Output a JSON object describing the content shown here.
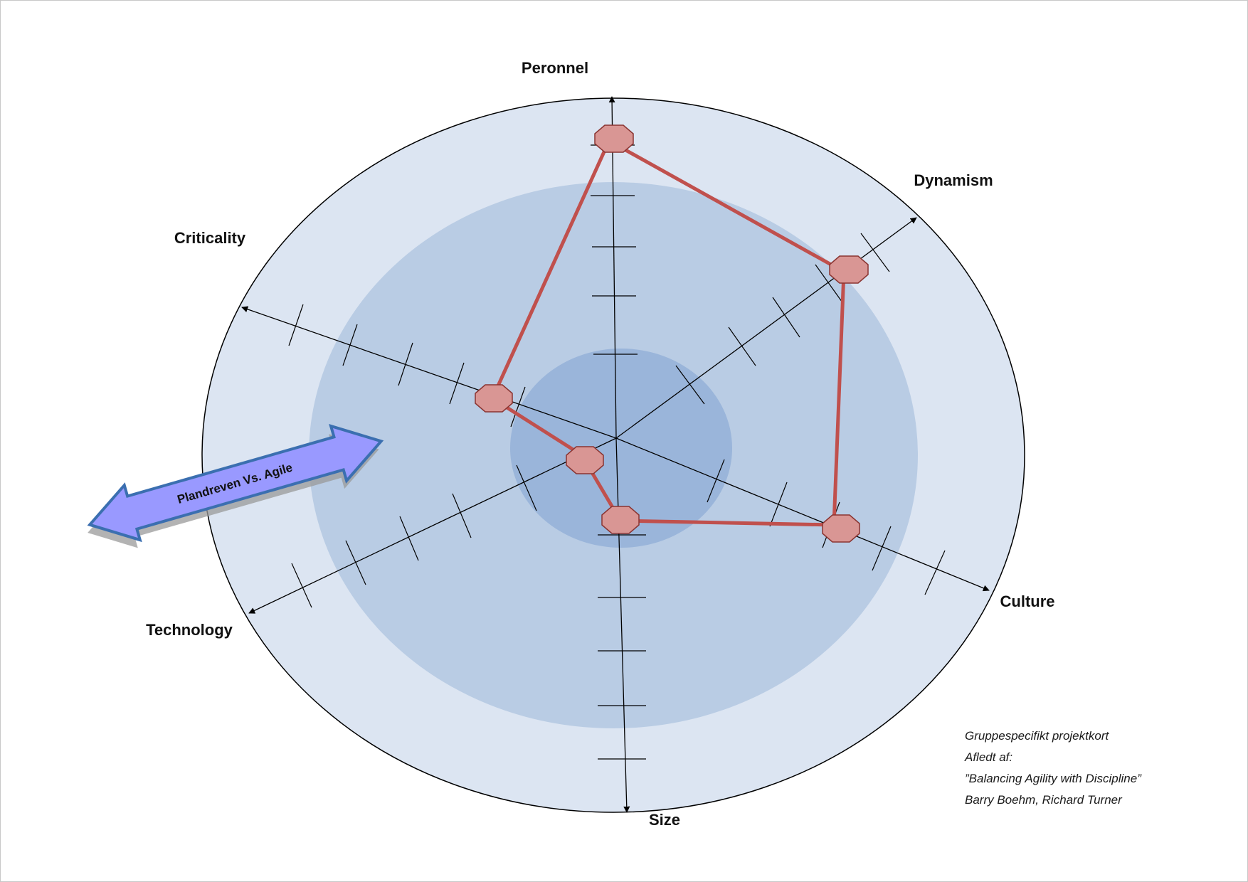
{
  "diagram": {
    "axes": {
      "personnel": "Peronnel",
      "dynamism": "Dynamism",
      "culture": "Culture",
      "size": "Size",
      "technology": "Technology",
      "criticality": "Criticality"
    },
    "banner": "Plandreven Vs. Agile",
    "note_lines": [
      "Gruppespecifikt projektkort",
      "Afledt af:",
      "”Balancing Agility with Discipline”",
      "Barry Boehm, Richard Turner"
    ],
    "colors": {
      "outer_ring": "#dce5f2",
      "middle_ring": "#b9cce4",
      "inner_ring": "#9ab5da",
      "profile_line": "#c0504d",
      "marker_fill": "#d99694",
      "marker_stroke": "#8a3431",
      "arrow_fill": "#9999ff",
      "arrow_stroke": "#3b6fb0"
    }
  }
}
